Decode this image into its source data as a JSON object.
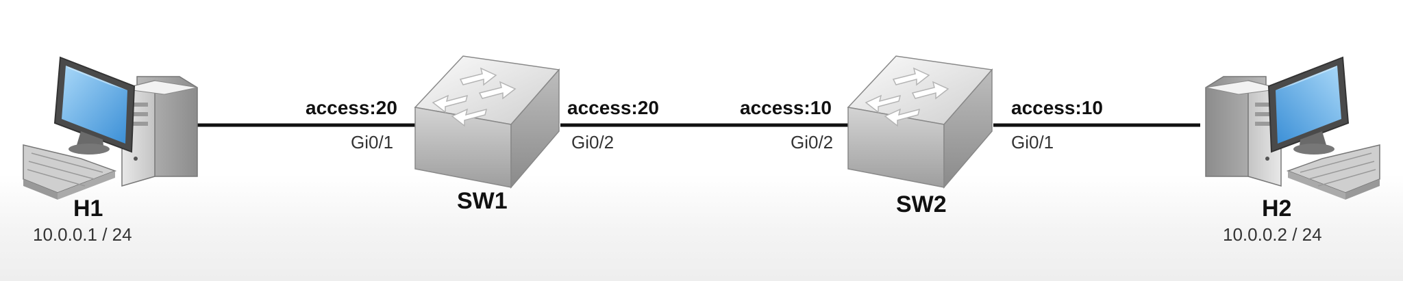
{
  "nodes": {
    "h1": {
      "name": "H1",
      "ip": "10.0.0.1 / 24"
    },
    "sw1": {
      "name": "SW1"
    },
    "sw2": {
      "name": "SW2"
    },
    "h2": {
      "name": "H2",
      "ip": "10.0.0.2 / 24"
    }
  },
  "links": {
    "sw1_left": {
      "mode": "access:20",
      "port": "Gi0/1"
    },
    "sw1_right": {
      "mode": "access:20",
      "port": "Gi0/2"
    },
    "sw2_left": {
      "mode": "access:10",
      "port": "Gi0/2"
    },
    "sw2_right": {
      "mode": "access:10",
      "port": "Gi0/1"
    }
  }
}
